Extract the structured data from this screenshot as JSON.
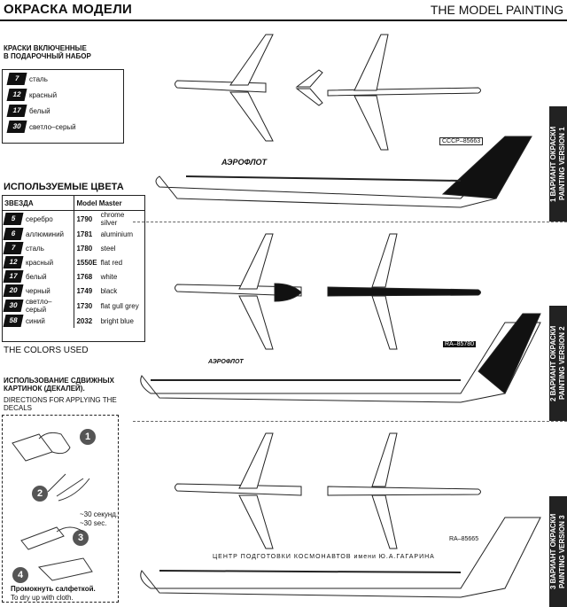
{
  "header": {
    "title_ru": "ОКРАСКА МОДЕЛИ",
    "title_en": "THE MODEL PAINTING"
  },
  "kit_paints": {
    "title_ru": "КРАСКИ ВКЛЮЧЕННЫЕ\nВ ПОДАРОЧНЫЙ НАБОР",
    "items": [
      {
        "star": "7",
        "name": "сталь"
      },
      {
        "star": "12",
        "name": "красный"
      },
      {
        "star": "17",
        "name": "белый"
      },
      {
        "star": "30",
        "name": "светло–серый"
      }
    ]
  },
  "colors": {
    "title_ru": "ИСПОЛЬЗУЕМЫЕ ЦВЕТА",
    "col1": "ЗВЕЗДА",
    "col2": "Model Master",
    "rows": [
      {
        "star": "5",
        "name": "серебро",
        "code": "1790",
        "mm": "chrome silver"
      },
      {
        "star": "6",
        "name": "аллюминий",
        "code": "1781",
        "mm": "aluminium"
      },
      {
        "star": "7",
        "name": "сталь",
        "code": "1780",
        "mm": "steel"
      },
      {
        "star": "12",
        "name": "красный",
        "code": "1550E",
        "mm": "flat red"
      },
      {
        "star": "17",
        "name": "белый",
        "code": "1768",
        "mm": "white"
      },
      {
        "star": "20",
        "name": "черный",
        "code": "1749",
        "mm": "black"
      },
      {
        "star": "30",
        "name": "светло–серый",
        "code": "1730",
        "mm": "flat gull grey"
      },
      {
        "star": "58",
        "name": "синий",
        "code": "2032",
        "mm": "bright blue"
      }
    ],
    "title_en": "THE COLORS USED"
  },
  "decals": {
    "title_ru": "ИСПОЛЬЗОВАНИЕ СДВИЖНЫХ КАРТИНОК (ДЕКАЛЕЙ).",
    "title_en": "DIRECTIONS FOR APPLYING THE DECALS",
    "step2_ru": "~30 секунд.",
    "step2_en": "~30 sec.",
    "step4_ru": "Промокнуть салфеткой.",
    "step4_en": "To dry up with cloth.",
    "steps": [
      "1",
      "2",
      "3",
      "4"
    ]
  },
  "versions": [
    {
      "label": "1 ВАРИАНТ ОКРАСКИ\nPAINTING VERSION 1",
      "reg": "СССР–85663",
      "brand": "АЭРОФЛОТ"
    },
    {
      "label": "2 ВАРИАНТ ОКРАСКИ\nPAINTING VERSION 2",
      "reg": "RA–85780",
      "brand": "АЭРОФЛОТ"
    },
    {
      "label": "3 ВАРИАНТ ОКРАСКИ\nPAINTING VERSION 3",
      "reg": "RA–85665",
      "brand": "ЦЕНТР ПОДГОТОВКИ КОСМОНАВТОВ имени Ю.А.ГАГАРИНА"
    }
  ]
}
